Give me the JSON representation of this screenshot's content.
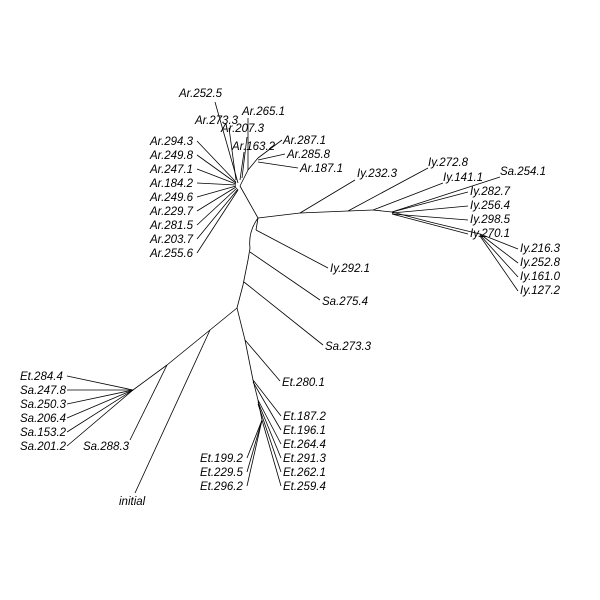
{
  "diagram": {
    "type": "unrooted-phylogenetic-tree",
    "tips": {
      "ar": [
        "Ar.252.5",
        "Ar.273.3",
        "Ar.265.1",
        "Ar.207.3",
        "Ar.287.1",
        "Ar.285.8",
        "Ar.187.1",
        "Ar.294.3",
        "Ar.163.2",
        "Ar.249.8",
        "Ar.247.1",
        "Ar.184.2",
        "Ar.249.6",
        "Ar.229.7",
        "Ar.281.5",
        "Ar.203.7",
        "Ar.255.6"
      ],
      "iy": [
        "Iy.232.3",
        "Iy.272.8",
        "Iy.141.1",
        "Sa.254.1",
        "Iy.282.7",
        "Iy.256.4",
        "Iy.298.5",
        "Iy.270.1",
        "Iy.216.3",
        "Iy.252.8",
        "Iy.161.0",
        "Iy.127.2"
      ],
      "mid": [
        "Iy.292.1",
        "Sa.275.4",
        "Sa.273.3"
      ],
      "et": [
        "Et.280.1",
        "Et.187.2",
        "Et.196.1",
        "Et.264.4",
        "Et.291.3",
        "Et.262.1",
        "Et.259.4",
        "Et.199.2",
        "Et.229.5",
        "Et.296.2"
      ],
      "sa": [
        "Et.284.4",
        "Sa.247.8",
        "Sa.250.3",
        "Sa.206.4",
        "Sa.153.2",
        "Sa.201.2",
        "Sa.288.3"
      ],
      "root": [
        "initial"
      ]
    }
  }
}
